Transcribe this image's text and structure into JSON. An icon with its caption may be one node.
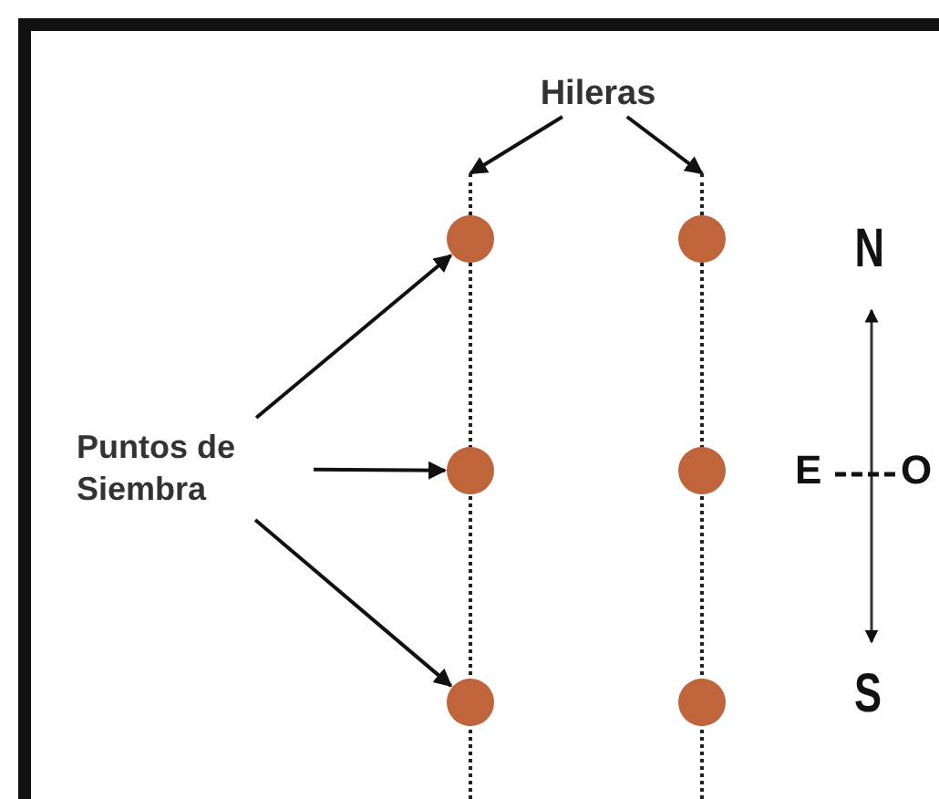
{
  "diagram": {
    "nodes": [
      {
        "text": [
          "Hileras"
        ]
      },
      {
        "text": [
          "Puntos de Siembra"
        ]
      },
      {
        "text": [],
        "shape": "line"
      },
      {
        "text": [],
        "shape": "line"
      },
      {
        "text": [],
        "shape": "circle"
      },
      {
        "text": [],
        "shape": "circle"
      },
      {
        "text": [],
        "shape": "circle"
      },
      {
        "text": [],
        "shape": "circle"
      },
      {
        "text": [],
        "shape": "circle"
      },
      {
        "text": [],
        "shape": "circle"
      }
    ],
    "edges": [
      {
        "from": 0,
        "to": 2,
        "arrow": "to"
      },
      {
        "from": 0,
        "to": 3,
        "arrow": "to"
      },
      {
        "from": 1,
        "to": 4,
        "arrow": "to"
      },
      {
        "from": 1,
        "to": 6,
        "arrow": "to"
      },
      {
        "from": 1,
        "to": 8,
        "arrow": "to"
      }
    ],
    "labels": [
      "N",
      "E",
      "O",
      "S"
    ]
  }
}
